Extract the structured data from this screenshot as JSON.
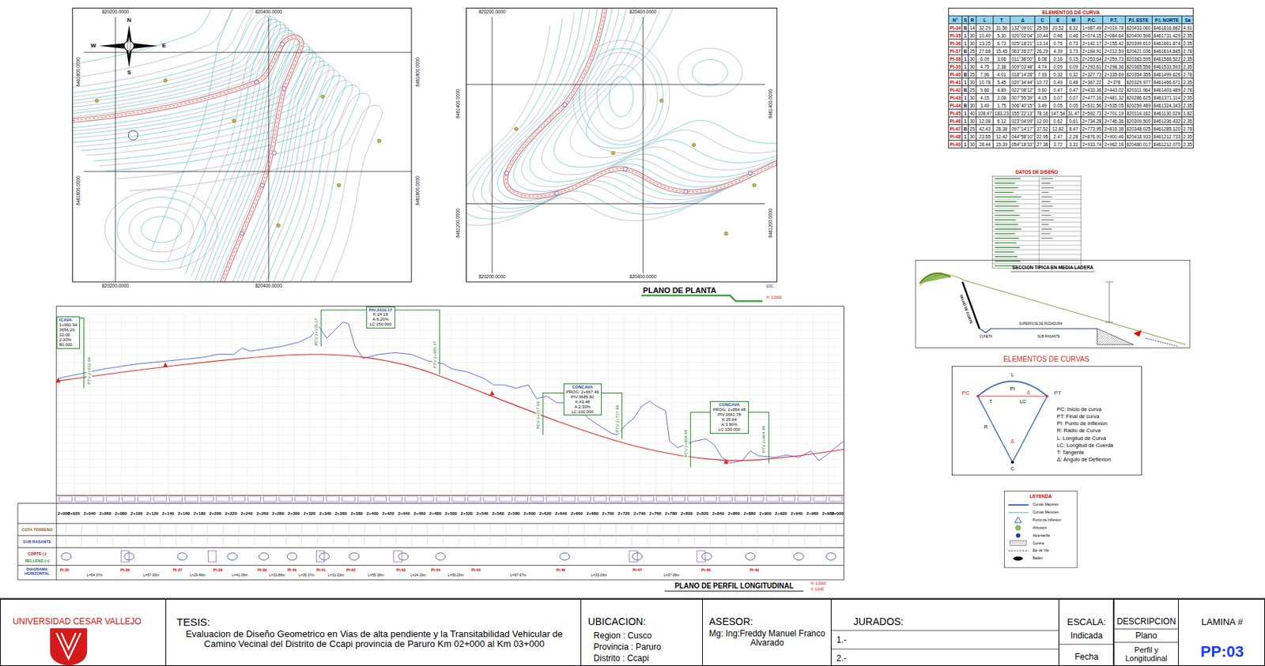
{
  "diagram": {
    "nodes": [
      {
        "text": [
          "ICAVA",
          "1+992.94",
          "3656.20",
          "32.00",
          "2.00%",
          "80.000"
        ]
      },
      {
        "text": [
          "PIV:2410.17",
          "K:24.19",
          "A:6.20%",
          "LC:150.000"
        ]
      },
      {
        "text": [
          "CÓNCAVA",
          "PROG: 2+667.49",
          "PIV:3685.82",
          "K:43.48",
          "A:2.30%",
          "LC:100.000"
        ]
      },
      {
        "text": [
          "CONCAVA",
          "PROG: 2+854.48",
          "PIV:3661.78",
          "K:25.64",
          "A:3.90%",
          "LC:100.000"
        ]
      },
      {
        "text": [
          "UNIVERSIDAD CESAR VALLEJO"
        ]
      },
      {
        "text": [
          "TESIS:",
          "Evaluacion de Diseño Geometrico en Vias de alta pendiente y la Transitabilidad Vehicular de Camino Vecinal del Distrito de Ccapi provincia de Paruro Km 02+000 al Km 03+000"
        ]
      },
      {
        "text": [
          "UBICACION:",
          "Region : Cusco",
          "Provincia : Paruro",
          "Distrito : Ccapi"
        ]
      },
      {
        "text": [
          "ASESOR:",
          "Mg: Ing:Freddy Manuel Franco Alvarado"
        ]
      },
      {
        "text": [
          "JURADOS:",
          "1.-",
          "2.-"
        ]
      },
      {
        "text": [
          "ESCALA:",
          "Indicada",
          "Fecha"
        ]
      },
      {
        "text": [
          "DESCRIPCION",
          "Plano",
          "Perfil y Longitudinal"
        ]
      },
      {
        "text": [
          "LAMINA #",
          "PP:03"
        ]
      }
    ],
    "labels": [
      "820200.0000",
      "820400.0000",
      "820200.0000",
      "820400.0000",
      "8461800.0000",
      "8461600.0000",
      "8461800.0000",
      "8461600.0000",
      "820200.0000",
      "820400.0000",
      "820200.0000",
      "820400.0000",
      "8461400.0000",
      "8461200.0000",
      "8461400.0000",
      "8461200.0000",
      "N",
      "S",
      "E",
      "W",
      "PLANO DE PLANTA",
      "ESC",
      "H: 1/2000",
      "ELEMENTOS DE CURVA",
      "N°",
      "S",
      "R",
      "L",
      "T",
      "Δ",
      "C",
      "E",
      "M",
      "P.C.",
      "P.T.",
      "P.I. ESTE",
      "P.I. NORTE",
      "Sa",
      "PI-34",
      "B",
      "14",
      "32.29",
      "31.56",
      "132°09'01\"",
      "25.59",
      "20.52",
      "8.32",
      "1+987.49",
      "2+019.78",
      "820433.060",
      "8461816.682",
      "4.91",
      "PI-35",
      "1",
      "30",
      "10.49",
      "5.30",
      "020°02'04\"",
      "10.44",
      "0.46",
      "0.46",
      "2+074.15",
      "2+084.64",
      "820400.598",
      "8461731.429",
      "2.35",
      "PI-36",
      "1",
      "30",
      "13.25",
      "6.73",
      "025°18'21\"",
      "13.14",
      "0.75",
      "0.73",
      "2+142.17",
      "2+155.42",
      "820399.610",
      "8461661.874",
      "2.35",
      "PI-37",
      "B",
      "25",
      "27.68",
      "15.45",
      "063°26'27\"",
      "26.29",
      "4.39",
      "3.73",
      "2+184.91",
      "2+212.59",
      "820421.036",
      "8461614.845",
      "2.78",
      "PI-38",
      "1",
      "30",
      "6.09",
      "3.06",
      "011°38'00\"",
      "6.08",
      "0.16",
      "0.15",
      "2+253.64",
      "2+259.73",
      "820383.595",
      "8461568.522",
      "2.35",
      "PI-39",
      "1",
      "30",
      "4.75",
      "2.38",
      "009°03'48\"",
      "4.74",
      "0.09",
      "0.09",
      "2+293.61",
      "2+298.36",
      "820365.556",
      "8461533.593",
      "2.35",
      "PI-40",
      "B",
      "25",
      "7.96",
      "4.01",
      "018°14'28\"",
      "7.93",
      "0.32",
      "0.32",
      "2+327.73",
      "2+335.69",
      "820354.355",
      "8461499.626",
      "2.78",
      "PI-41",
      "1",
      "30",
      "10.78",
      "5.45",
      "020°34'44\"",
      "10.72",
      "0.49",
      "0.48",
      "2+367.22",
      "2+378",
      "820329.977",
      "8461466.671",
      "2.35",
      "PI-42",
      "B",
      "25",
      "9.66",
      "4.89",
      "022°08'12\"",
      "9.60",
      "0.47",
      "0.47",
      "2+433.36",
      "2+443.02",
      "820311.964",
      "8461403.489",
      "2.78",
      "PI-43",
      "1",
      "30",
      "4.15",
      "2.08",
      "007°55'39\"",
      "4.15",
      "0.07",
      "0.07",
      "2+477.16",
      "2+481.32",
      "820286.625",
      "8461371.114",
      "2.35",
      "PI-44",
      "B",
      "30",
      "3.49",
      "1.75",
      "006°40'15\"",
      "3.49",
      "0.05",
      "0.05",
      "2+531.56",
      "2+535.05",
      "820259.489",
      "8461324.343",
      "2.35",
      "PI-45",
      "1",
      "40",
      "108.47",
      "183.23",
      "155°22'13\"",
      "78.16",
      "147.54",
      "31.47",
      "2+592.73",
      "2+701.19",
      "820114.162",
      "8461130.029",
      "1.82",
      "PI-46",
      "1",
      "30",
      "12.08",
      "6.12",
      "023°04'09\"",
      "12.00",
      "0.62",
      "0.61",
      "2+734.28",
      "2+746.36",
      "820309.500",
      "8461236.432",
      "2.35",
      "PI-47",
      "B",
      "25",
      "42.43",
      "28.38",
      "097°14'17\"",
      "37.52",
      "12.82",
      "8.47",
      "2+773.95",
      "2+816.38",
      "820348.025",
      "8461285.120",
      "2.78",
      "PI-48",
      "1",
      "30",
      "23.55",
      "12.42",
      "044°58'10\"",
      "22.95",
      "2.47",
      "2.28",
      "2+876.91",
      "2+900.46",
      "820418.933",
      "8461212.733",
      "2.35",
      "PI-49",
      "1",
      "30",
      "28.44",
      "15.39",
      "054°18'33\"",
      "27.38",
      "3.72",
      "3.31",
      "2+933.74",
      "2+962.18",
      "820480.017",
      "8461212.070",
      "2.35",
      "DATOS DE DISEÑO",
      "SECCION TIPICA EN MEDIA LADERA",
      "TALUD DE CORTE",
      "CUNETA",
      "SUB RASANTE",
      "SUPERFICIE DE RODADURA",
      "ELEMENTOS DE CURVAS",
      "PI",
      "PC",
      "PT",
      "T",
      "LC",
      "L",
      "R",
      "Δ",
      "Δ",
      "C",
      "PC: Inicio de curva",
      "PT: Final de curva",
      "PI: Punto de Inflexion",
      "R: Radio de Curva",
      "L: Longitud de Curva",
      "LC: Longitud de Cuerda",
      "T: Tangente",
      "Δ: Angulo de Deflexion",
      "LEYENDA",
      "PTV:2+032.94",
      "PCV:2+335.17",
      "PTV:2+485.17",
      "PCV:2+617.49",
      "PTV:2+717.49",
      "PCV:2+804.48",
      "PTV:2+904.48",
      "2+000",
      "2+020",
      "2+040",
      "2+060",
      "2+080",
      "2+100",
      "2+120",
      "2+140",
      "2+160",
      "2+180",
      "2+200",
      "2+220",
      "2+240",
      "2+260",
      "2+280",
      "2+300",
      "2+320",
      "2+340",
      "2+360",
      "2+380",
      "2+400",
      "2+420",
      "2+440",
      "2+460",
      "2+480",
      "2+500",
      "2+520",
      "2+540",
      "2+560",
      "2+580",
      "2+600",
      "2+620",
      "2+640",
      "2+660",
      "2+680",
      "2+700",
      "2+720",
      "2+740",
      "2+760",
      "2+780",
      "2+800",
      "2+820",
      "2+840",
      "2+860",
      "2+880",
      "2+900",
      "2+920",
      "2+940",
      "2+960",
      "2+980",
      "3+000",
      "COTA TERRENO",
      "SUB RASANTE",
      "CORTE (-)",
      "RELLENO (+)",
      "DIAGRAMA HORIZONTAL",
      "PI-35",
      "L=54.37m",
      "PI-36",
      "L=57.93m",
      "PI-37",
      "L=29.49m",
      "PI-38",
      "L=41.09m",
      "PI-39",
      "L=33.88m",
      "PI-40",
      "L=35.37m",
      "PI-41",
      "L=31.03m",
      "PI-42",
      "L=55.36m",
      "PI-43",
      "L=24.19m",
      "PI-44",
      "L=50.29m",
      "PI-45",
      "L=97.67m",
      "PI-46",
      "L=33.09m",
      "PI-47",
      "L=37.09m",
      "PI-48",
      "PI-49",
      "PLANO DE PERFIL LONGITUDINAL",
      "H: 1/2000",
      "V: 1/200"
    ],
    "legend": [
      {
        "text": "Curvas Mayores"
      },
      {
        "text": "Curvas Menores"
      },
      {
        "text": "Punto de Inflexion"
      },
      {
        "text": "Arbustos"
      },
      {
        "text": "Alcantarilla"
      },
      {
        "text": "Cuneta"
      },
      {
        "text": "Eje de Via"
      },
      {
        "text": "Badén"
      }
    ]
  }
}
